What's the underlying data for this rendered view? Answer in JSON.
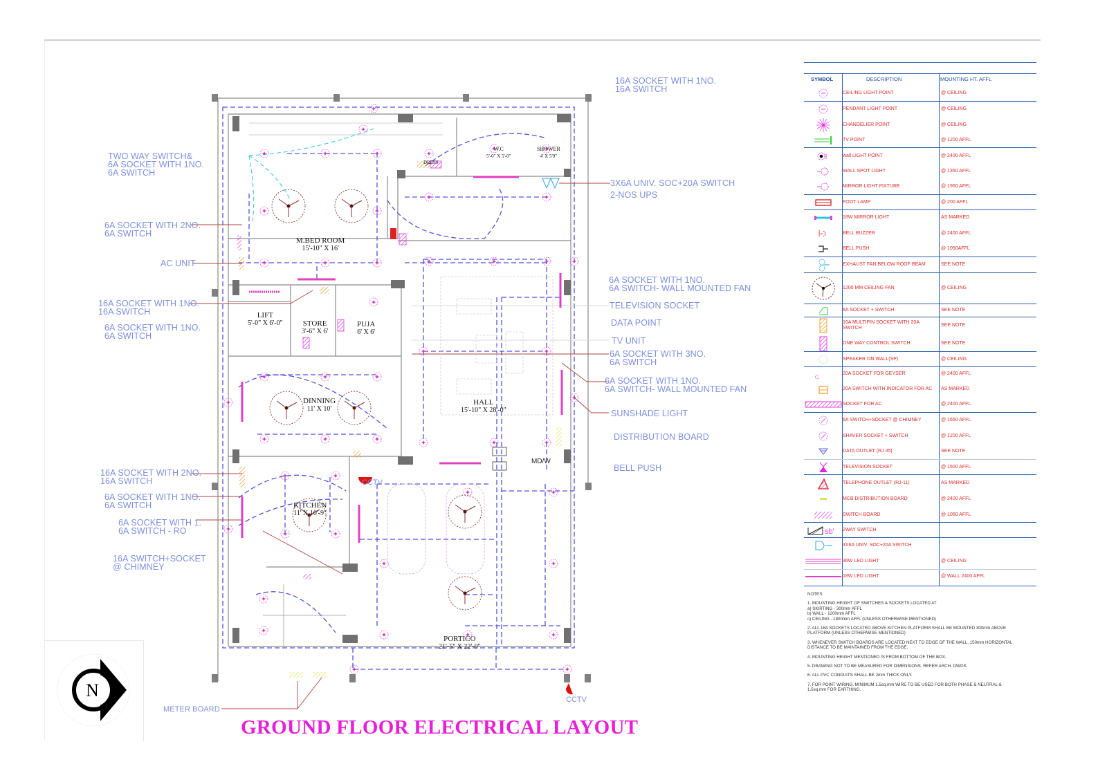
{
  "drawing_title": "GROUND  FLOOR ELECTRICAL LAYOUT",
  "north_arrow": {
    "letter": "N",
    "icon": "north-arrow-icon"
  },
  "rooms": [
    {
      "name": "M.BED ROOM",
      "size": "15'-10\" X 16'"
    },
    {
      "name": "W.C",
      "size": "5'-0\" X 5'-0\""
    },
    {
      "name": "SHOWER",
      "size": "4' X 5'9\""
    },
    {
      "name": "DRESS",
      "size": ""
    },
    {
      "name": "LIFT",
      "size": "5'-0\" X 6'-0\""
    },
    {
      "name": "STORE",
      "size": "3'-6\" X 6'"
    },
    {
      "name": "PUJA",
      "size": "6' X 6'"
    },
    {
      "name": "DINNING",
      "size": "11' X 10'"
    },
    {
      "name": "HALL",
      "size": "15'-10\" X 28'-0\""
    },
    {
      "name": "KITCHEN",
      "size": "11' X 10'-9\""
    },
    {
      "name": "PORTICO",
      "size": "21'-5\" X 22'-0\""
    }
  ],
  "plan_tags": {
    "cctv_1": "CCTV",
    "cctv_2": "CCTV",
    "mdw": "MD/W"
  },
  "callouts_left": [
    {
      "line1": "TWO WAY SWITCH&",
      "line2": "6A SOCKET WITH 1NO.",
      "line3": "6A SWITCH"
    },
    {
      "line1": "6A SOCKET WITH 2NO.",
      "line2": "6A SWITCH"
    },
    {
      "line1": "AC UNIT"
    },
    {
      "line1": "16A SOCKET WITH 1NO.",
      "line2": "16A SWITCH"
    },
    {
      "line1": "6A SOCKET WITH 1NO.",
      "line2": "6A SWITCH"
    },
    {
      "line1": "16A SOCKET WITH 2NO.",
      "line2": "16A SWITCH"
    },
    {
      "line1": "6A SOCKET WITH 1NO.",
      "line2": "6A SWITCH"
    },
    {
      "line1": "6A SOCKET WITH 1.",
      "line2": "6A SWITCH - RO"
    },
    {
      "line1": "16A SWITCH+SOCKET",
      "line2": "@ CHIMNEY"
    },
    {
      "line1": "METER BOARD"
    }
  ],
  "callouts_right": [
    {
      "line1": "16A SOCKET WITH 1NO.",
      "line2": "16A SWITCH"
    },
    {
      "line1": "3X6A UNIV. SOC+20A SWITCH",
      "line2": "2-NOS UPS"
    },
    {
      "line1": "6A SOCKET WITH 1NO.",
      "line2": "6A SWITCH- WALL MOUNTED FAN"
    },
    {
      "line1": "TELEVISION SOCKET"
    },
    {
      "line1": "DATA POINT"
    },
    {
      "line1": "TV UNIT"
    },
    {
      "line1": "6A SOCKET WITH 3NO.",
      "line2": "6A SWITCH"
    },
    {
      "line1": "6A SOCKET WITH 1NO.",
      "line2": "6A SWITCH- WALL MOUNTED FAN"
    },
    {
      "line1": "SUNSHADE LIGHT"
    },
    {
      "line1": "DISTRIBUTION BOARD"
    },
    {
      "line1": "BELL PUSH"
    }
  ],
  "legend": {
    "headers": {
      "symbol": "SYMBOL",
      "description": "DESCRIPTION",
      "mounting": "MOUNTING HT. AFFL"
    },
    "rows": [
      {
        "icon": "ceiling-light-point-icon",
        "description": "CEILING LIGHT POINT",
        "mounting": "@ CEILING",
        "color": "#e040e0"
      },
      {
        "icon": "pendant-light-point-icon",
        "description": "PENDANT LIGHT POINT",
        "mounting": "@ CEILING",
        "color": "#e040e0"
      },
      {
        "icon": "chandelier-point-icon",
        "description": "CHANDELIER POINT",
        "mounting": "@ CEILING",
        "color": "#e040e0"
      },
      {
        "icon": "tv-point-icon",
        "description": "TV POINT",
        "mounting": "@ 1200 AFFL",
        "color": "#33cc33"
      },
      {
        "icon": "wall-light-point-icon",
        "description": "wall LIGHT POINT",
        "mounting": "@ 2400 AFFL",
        "color": "#e040e0"
      },
      {
        "icon": "wall-spot-light-icon",
        "description": "WALL SPOT LIGHT",
        "mounting": "@ 1350 AFFL",
        "color": "#e040e0"
      },
      {
        "icon": "mirror-light-fixture-icon",
        "description": "MIRROR LIGHT FIXTURE",
        "mounting": "@ 1950 AFFL",
        "color": "#e040e0"
      },
      {
        "icon": "foot-lamp-icon",
        "description": "FOOT LAMP",
        "mounting": "@ 200 AFFL",
        "color": "#d92a2a"
      },
      {
        "icon": "mirror-light-icon",
        "description": "18W MIRROR LIGHT",
        "mounting": "AS MARKED",
        "color": "#29c6e0"
      },
      {
        "icon": "bell-buzzer-icon",
        "description": "BELL BUZZER",
        "mounting": "@ 2400 AFFL",
        "color": "#d92a2a"
      },
      {
        "icon": "bell-push-icon",
        "description": "BELL PUSH",
        "mounting": "@ 1050AFFL",
        "color": "#222222"
      },
      {
        "icon": "exhaust-fan-icon",
        "description": "EXHAUST FAN BELOW ROOF BEAM",
        "mounting": "SEE NOTE",
        "color": "#29a6e0"
      },
      {
        "icon": "ceiling-fan-icon",
        "description": "1200 MM CEILING FAN",
        "mounting": "@ CEILING",
        "color": "#7a2020"
      },
      {
        "icon": "socket-switch-icon",
        "description": "6A SOCKET + SWITCH",
        "mounting": "SEE NOTE",
        "color": "#33cc33"
      },
      {
        "icon": "multipin-socket-icon",
        "description": "16A MULTIPIN SOCKET WITH 20A SWITCH",
        "mounting": "SEE NOTE",
        "color": "#f0a030"
      },
      {
        "icon": "one-way-switch-icon",
        "description": "ONE WAY CONTROL SWITCH",
        "mounting": "SEE NOTE",
        "color": "#e040e0"
      },
      {
        "icon": "speaker-icon",
        "description": "SPEAKER ON WALL(SP)",
        "mounting": "@ CEILING",
        "color": "#d8d0a0"
      },
      {
        "icon": "geyser-socket-icon",
        "description": "20A SOCKET FOR GEYSER",
        "mounting": "@ 2400 AFFL",
        "color": "#1a2fd8"
      },
      {
        "icon": "ac-switch-icon",
        "description": "20A SWITCH WITH INDICATOR FOR AC",
        "mounting": "AS MARKED",
        "color": "#f0a030"
      },
      {
        "icon": "ac-socket-icon",
        "description": "SOCKET FOR AC",
        "mounting": "@ 2400 AFFL",
        "color": "#e040e0"
      },
      {
        "icon": "chimney-socket-icon",
        "description": "6A SWITCH+SOCKET @ CHIMNEY",
        "mounting": "@ 1650 AFFL",
        "color": "#c060e0"
      },
      {
        "icon": "shaver-socket-icon",
        "description": "SHAVER SOCKET + SWITCH",
        "mounting": "@ 1200 AFFL",
        "color": "#c060e0"
      },
      {
        "icon": "data-outlet-icon",
        "description": "DATA OUTLET (RJ 45)",
        "mounting": "SEE NOTE",
        "color": "#6060e0"
      },
      {
        "icon": "television-socket-icon",
        "description": "TELEVISION SOCKET",
        "mounting": "@ 1500 AFFL",
        "color": "#e020e0"
      },
      {
        "icon": "telephone-outlet-icon",
        "description": "TELEPHONE OUTLET (RJ-11)",
        "mounting": "AS MARKED",
        "color": "#e02020"
      },
      {
        "icon": "distribution-board-icon",
        "description": "MCB DISTRIBUTION BOARD",
        "mounting": "@ 2400 AFFL",
        "color": "#e0e060"
      },
      {
        "icon": "switch-board-icon",
        "description": "SWITCH BOARD",
        "mounting": "@ 1050 AFFL",
        "color": "#e060e0"
      },
      {
        "icon": "two-way-switch-icon",
        "description": "2WAY SWITCH",
        "mounting": "",
        "color": "#222222",
        "tag": "sb'"
      },
      {
        "icon": "univ-socket-icon",
        "description": "3X6A UNIV. SOC+20A SWITCH",
        "mounting": "",
        "color": "#29a6e0"
      },
      {
        "icon": "led-36w-icon",
        "description": "36W LED LIGHT",
        "mounting": "@ CEILING",
        "color": "#e040c0"
      },
      {
        "icon": "led-18w-icon",
        "description": "18W LED LIGHT",
        "mounting": "@ WALL 2400 AFFL",
        "color": "#e040c0"
      }
    ]
  },
  "notes": {
    "heading": "NOTES:",
    "items": [
      "1. MOUNTING HEIGHT OF SWITCHES & SOCKETS LOCATED AT\na) SKIRTING - 300mm AFFL\nb) WALL - 1200mm AFFL\nc) CEILING - 1800mm AFFL (UNLESS OTHERWISE MENTIONED)",
      "2. ALL 16A SOCKETS LOCATED ABOVE KITCHEN PLATFORM SHALL BE MOUNTED 300mm ABOVE PLATFORM (UNLESS OTHERWISE MENTIONED)",
      "3. WHENEVER SWITCH BOARDS ARE LOCATED NEXT TO EDGE OF THE WALL, 150mm HORIZONTAL DISTANCE TO BE MAINTAINED FROM THE EDGE.",
      "4. MOUNTING HEIGHT MENTIONED IS FROM BOTTOM OF THE BOX.",
      "5. DRAWING NOT TO BE MEASURED FOR DIMENSIONS. REFER ARCH. DWGS.",
      "6. ALL PVC CONDUITS SHALL BE 2mm THICK ONLY.",
      "7. FOR POINT WIRING, MINIMUM 1.5sq.mm WIRE TO BE USED FOR BOTH PHASE & NEUTRAL & 1.5sq.mm FOR EARTHING."
    ]
  },
  "colors": {
    "callout_text": "#7c8fe0",
    "title": "#e81ed8",
    "legend_border": "#2a5ea8",
    "legend_text": "#d92a2a",
    "wiring": "#3030d0",
    "light_point": "#e040e0",
    "wall": "#7a7a7a",
    "column": "#707070"
  }
}
